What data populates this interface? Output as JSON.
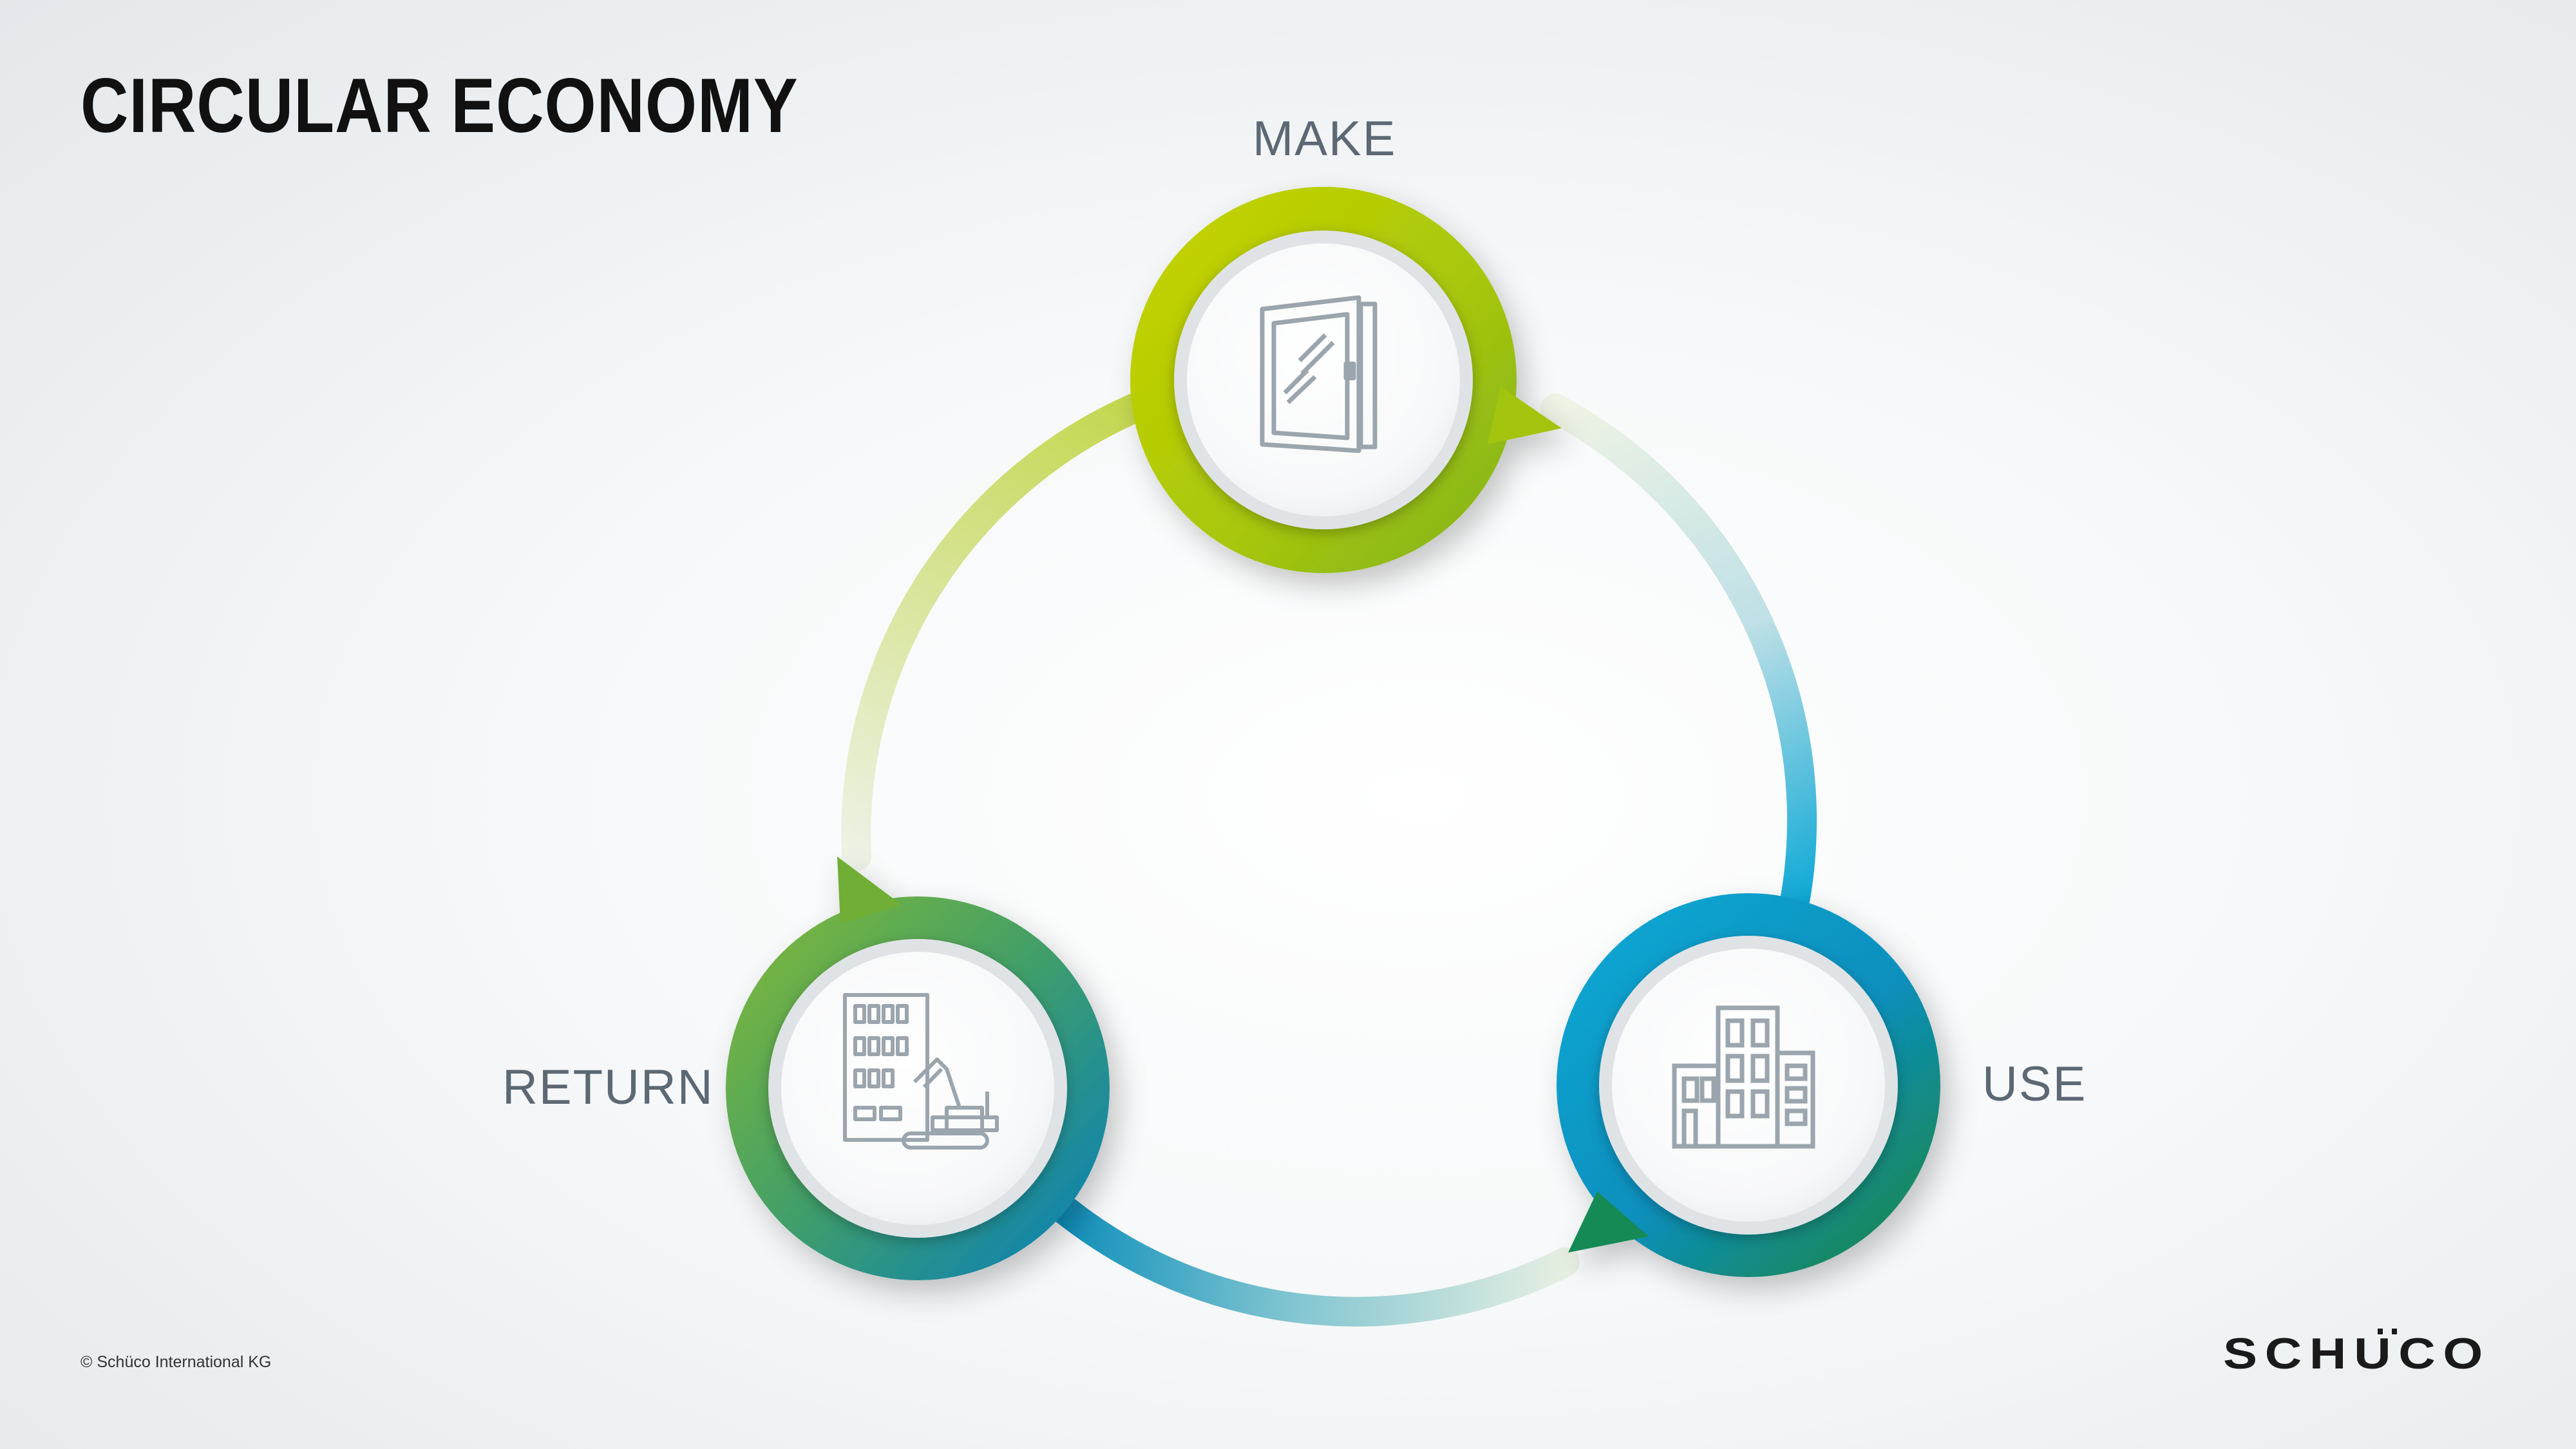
{
  "title": "CIRCULAR ECONOMY",
  "nodes": {
    "make": {
      "label": "MAKE",
      "icon": "window-icon"
    },
    "use": {
      "label": "USE",
      "icon": "buildings-icon"
    },
    "return": {
      "label": "RETURN",
      "icon": "demolition-excavator-icon"
    }
  },
  "footer": {
    "copyright": "© Schüco International KG"
  },
  "logo": {
    "text": "SCHÜCO"
  },
  "colors": {
    "green_light": "#b5cc0a",
    "green": "#7bb530",
    "teal": "#1a9b8a",
    "blue": "#0b93c4",
    "dark_green": "#15855a",
    "icon_gray": "#9aa4ad"
  }
}
